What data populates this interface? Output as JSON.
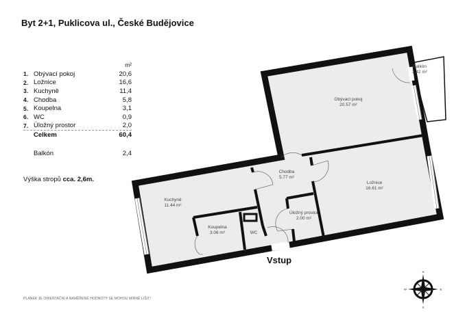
{
  "title": "Byt 2+1, Puklicova ul., České Budějovice",
  "table": {
    "unit": "m²",
    "rows": [
      {
        "num": "1.",
        "label": "Obývací pokoj",
        "value": "20,6"
      },
      {
        "num": "2.",
        "label": "Ložnice",
        "value": "16,6"
      },
      {
        "num": "3.",
        "label": "Kuchyně",
        "value": "11,4"
      },
      {
        "num": "4.",
        "label": "Chodba",
        "value": "5,8"
      },
      {
        "num": "5.",
        "label": "Koupelna",
        "value": "3,1"
      },
      {
        "num": "6.",
        "label": "WC",
        "value": "0,9"
      },
      {
        "num": "7.",
        "label": "Úložný prostor",
        "value": "2,0"
      }
    ],
    "total": {
      "label": "Celkem",
      "value": "60,4"
    },
    "balcony": {
      "label": "Balkón",
      "value": "2,4"
    }
  },
  "ceiling": {
    "label": "Výška stropů",
    "value": "cca. 2,6m."
  },
  "plan": {
    "rooms": [
      {
        "name": "Obývací pokoj",
        "area": "20.57 m²"
      },
      {
        "name": "Ložnice",
        "area": "16.61 m²"
      },
      {
        "name": "Kuchyně",
        "area": "11.44 m²"
      },
      {
        "name": "Chodba",
        "area": "5.77 m²"
      },
      {
        "name": "Koupelna",
        "area": "3.06 m²"
      },
      {
        "name": "WC",
        "area": ""
      },
      {
        "name": "Úložný prostor",
        "area": "2.00 m²"
      },
      {
        "name": "Balkón",
        "area": "2.42 m²"
      }
    ],
    "entrance": "Vstup",
    "compass": {
      "n": "N",
      "s": "S",
      "e": "E",
      "w": "W"
    }
  },
  "footer": "PLÁNEK JE ORIENTAČNÍ A NAMĚŘENÉ HODNOTY SE MOHOU MÍRNĚ LIŠIT!"
}
